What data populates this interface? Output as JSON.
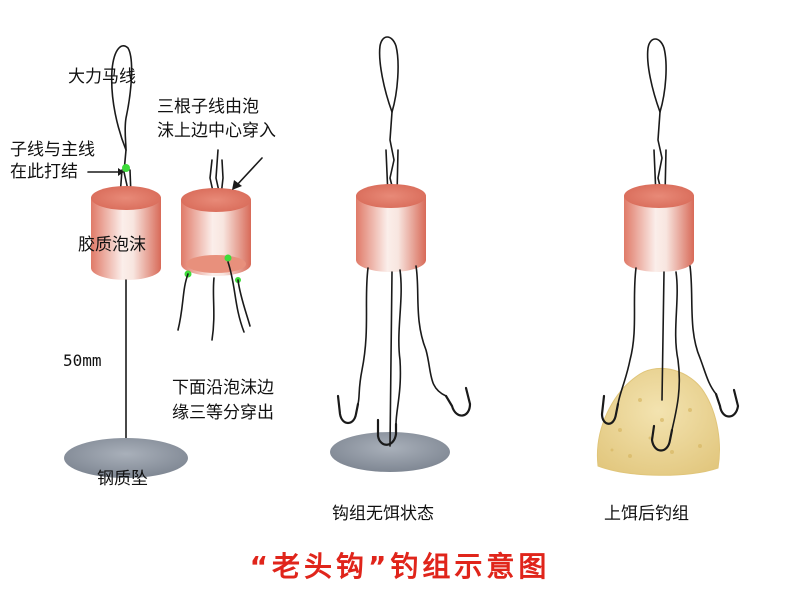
{
  "labels": {
    "dali_line": "大力马线",
    "three_lines_line1": "三根子线由泡",
    "three_lines_line2": "沫上边中心穿入",
    "knot_line1": "子线与主线",
    "knot_line2": "在此打结",
    "foam": "胶质泡沫",
    "distance": "50mm",
    "bottom_line1": "下面沿泡沫边",
    "bottom_line2": "缘三等分穿出",
    "sinker": "钢质坠",
    "no_bait": "钩组无饵状态",
    "with_bait": "上饵后钓组"
  },
  "title": "“老头钩”钓组示意图",
  "colors": {
    "title": "#e0251b",
    "foam_edge": "#e07a68",
    "foam_center": "#fbeeea",
    "sinker": "#8f97a3",
    "knot": "#3ddc3a",
    "bait": "#ecd79a"
  }
}
